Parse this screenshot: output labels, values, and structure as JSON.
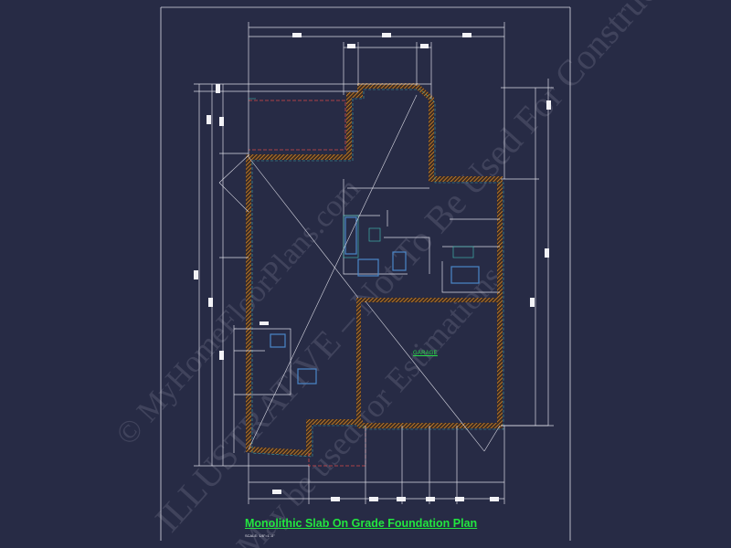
{
  "drawing": {
    "title": "Monolithic Slab On Grade Foundation Plan",
    "scale_note": "SCALE: 1/8\"=1'-0\"",
    "room_labels": {
      "garage": "GARAGE"
    },
    "watermark_lines": [
      "© MyHomeFloorPlans.com",
      "ILLUSTRATIVE – Not To Be Used For Construction",
      "May be used for Estimations"
    ]
  },
  "colors": {
    "background": "#272b45",
    "dimension_lines": "#dcdce6",
    "wall_hatch": "#d88a2a",
    "title": "#22e640",
    "interior_lines": "#4a86c8"
  }
}
